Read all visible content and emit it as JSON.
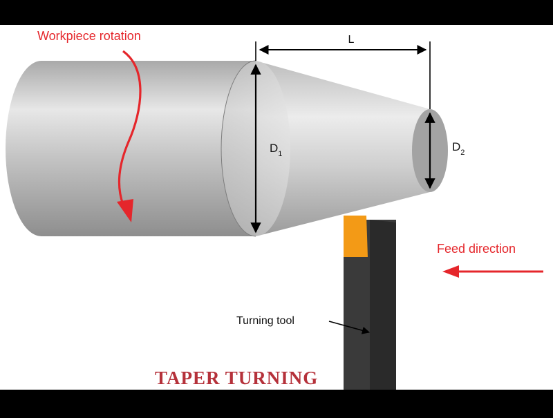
{
  "labels": {
    "rotation": "Workpiece rotation",
    "length": "L",
    "d1_main": "D",
    "d1_sub": "1",
    "d2_main": "D",
    "d2_sub": "2",
    "feed": "Feed direction",
    "tool": "Turning tool"
  },
  "title": "TAPER TURNING",
  "colors": {
    "annotation_red": "#e5262b",
    "title_maroon": "#b5313a",
    "tool_body": "#3a3a3a",
    "tool_insert": "#f39a16",
    "background": "#ffffff",
    "frame": "#000000"
  }
}
